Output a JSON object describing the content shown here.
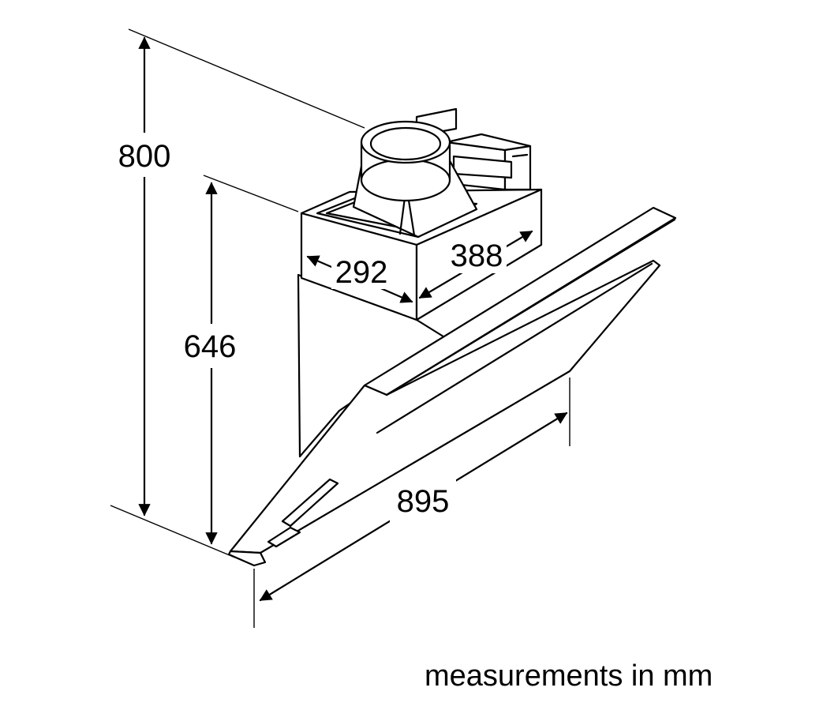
{
  "dimensions": {
    "height_total": "800",
    "height_body": "646",
    "chimney_width": "292",
    "chimney_depth": "388",
    "hood_width": "895"
  },
  "caption": "measurements in mm"
}
